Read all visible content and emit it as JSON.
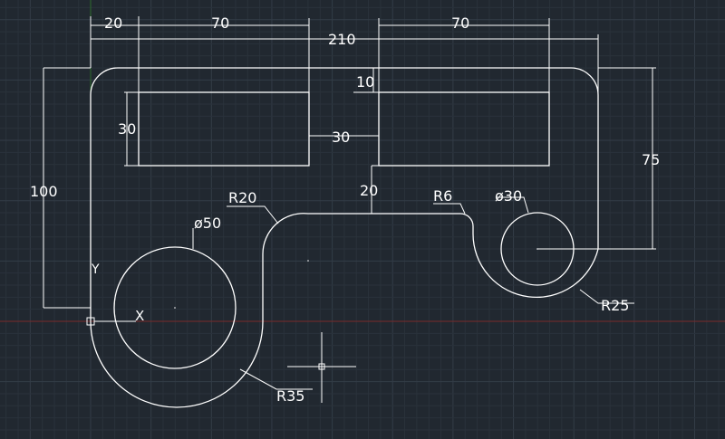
{
  "colors": {
    "background": "#212830",
    "grid_minor": "#2a323b",
    "grid_major": "#333c47",
    "geometry": "#ffffff",
    "x_axis": "#7a2a2a",
    "y_axis": "#2d6a2d"
  },
  "dimensions": {
    "d20_top": "20",
    "d70_left": "70",
    "d210": "210",
    "d70_right": "70",
    "d10": "10",
    "d30_vert": "30",
    "d30_horiz": "30",
    "d100": "100",
    "d75": "75",
    "d20_mid": "20",
    "r20": "R20",
    "r6": "R6",
    "dia30": "ø30",
    "dia50": "ø50",
    "r25": "R25",
    "r35": "R35"
  },
  "ucs": {
    "x_label": "X",
    "y_label": "Y"
  },
  "icons": {
    "ucs": "ucs-icon",
    "crosshair": "crosshair-cursor-icon"
  }
}
